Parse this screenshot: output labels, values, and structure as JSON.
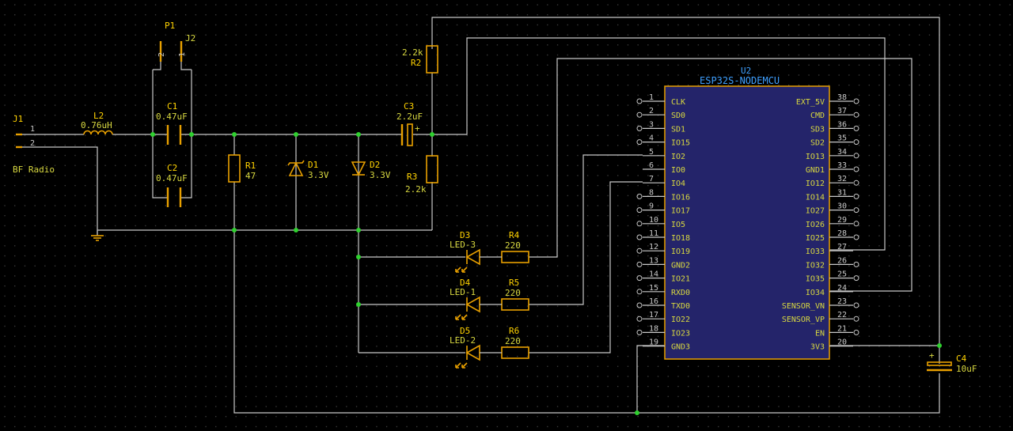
{
  "components": {
    "J1": {
      "ref": "J1",
      "value": "BF Radio",
      "pins": [
        "1",
        "2"
      ]
    },
    "P1": {
      "ref": "P1",
      "value": "J2",
      "pins": [
        "2",
        "1"
      ]
    },
    "L2": {
      "ref": "L2",
      "value": "0.76uH"
    },
    "C1": {
      "ref": "C1",
      "value": "0.47uF"
    },
    "C2": {
      "ref": "C2",
      "value": "0.47uF"
    },
    "C3": {
      "ref": "C3",
      "value": "2.2uF",
      "polarity": "+"
    },
    "C4": {
      "ref": "C4",
      "value": "10uF",
      "polarity": "+"
    },
    "R1": {
      "ref": "R1",
      "value": "47"
    },
    "R2": {
      "ref": "R2",
      "value": "2.2k"
    },
    "R3": {
      "ref": "R3",
      "value": "2.2k"
    },
    "R4": {
      "ref": "R4",
      "value": "220"
    },
    "R5": {
      "ref": "R5",
      "value": "220"
    },
    "R6": {
      "ref": "R6",
      "value": "220"
    },
    "D1": {
      "ref": "D1",
      "value": "3.3V"
    },
    "D2": {
      "ref": "D2",
      "value": "3.3V"
    },
    "D3": {
      "ref": "D3",
      "value": "LED-3"
    },
    "D4": {
      "ref": "D4",
      "value": "LED-1"
    },
    "D5": {
      "ref": "D5",
      "value": "LED-2"
    }
  },
  "U2": {
    "ref": "U2",
    "value": "ESP32S-NODEMCU",
    "left_pins": [
      {
        "num": "1",
        "name": "CLK"
      },
      {
        "num": "2",
        "name": "SD0"
      },
      {
        "num": "3",
        "name": "SD1"
      },
      {
        "num": "4",
        "name": "IO15"
      },
      {
        "num": "5",
        "name": "IO2"
      },
      {
        "num": "6",
        "name": "IO0"
      },
      {
        "num": "7",
        "name": "IO4"
      },
      {
        "num": "8",
        "name": "IO16"
      },
      {
        "num": "9",
        "name": "IO17"
      },
      {
        "num": "10",
        "name": "IO5"
      },
      {
        "num": "11",
        "name": "IO18"
      },
      {
        "num": "12",
        "name": "IO19"
      },
      {
        "num": "13",
        "name": "GND2"
      },
      {
        "num": "14",
        "name": "IO21"
      },
      {
        "num": "15",
        "name": "RXD0"
      },
      {
        "num": "16",
        "name": "TXD0"
      },
      {
        "num": "17",
        "name": "IO22"
      },
      {
        "num": "18",
        "name": "IO23"
      },
      {
        "num": "19",
        "name": "GND3"
      }
    ],
    "right_pins": [
      {
        "num": "38",
        "name": "EXT_5V"
      },
      {
        "num": "37",
        "name": "CMD"
      },
      {
        "num": "36",
        "name": "SD3"
      },
      {
        "num": "35",
        "name": "SD2"
      },
      {
        "num": "34",
        "name": "IO13"
      },
      {
        "num": "33",
        "name": "GND1"
      },
      {
        "num": "32",
        "name": "IO12"
      },
      {
        "num": "31",
        "name": "IO14"
      },
      {
        "num": "30",
        "name": "IO27"
      },
      {
        "num": "29",
        "name": "IO26"
      },
      {
        "num": "28",
        "name": "IO25"
      },
      {
        "num": "27",
        "name": "IO33"
      },
      {
        "num": "26",
        "name": "IO32"
      },
      {
        "num": "25",
        "name": "IO35"
      },
      {
        "num": "24",
        "name": "IO34"
      },
      {
        "num": "23",
        "name": "SENSOR_VN"
      },
      {
        "num": "22",
        "name": "SENSOR_VP"
      },
      {
        "num": "21",
        "name": "EN"
      },
      {
        "num": "20",
        "name": "3V3"
      }
    ]
  },
  "colors": {
    "background": "#000000",
    "grid_dot": "#5a5a5a",
    "wire": "#c8c8c8",
    "component": "#e8a000",
    "reference": "#ffd200",
    "value": "#d8d840",
    "chip_fill": "#24246a",
    "chip_title": "#3fa0ff",
    "junction": "#2fd12f"
  }
}
